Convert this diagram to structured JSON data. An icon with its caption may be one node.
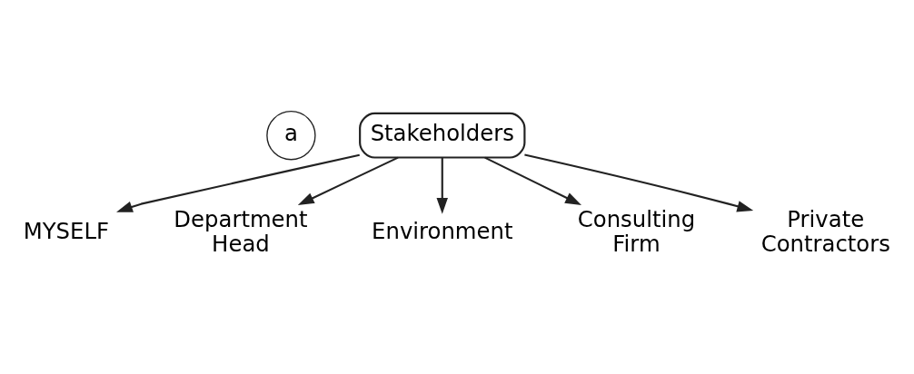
{
  "diagram": {
    "nodes": [
      {
        "text": [
          "a"
        ]
      },
      {
        "text": [
          "Stakeholders"
        ]
      },
      {
        "text": [
          "MYSELF"
        ]
      },
      {
        "text": [
          "Department Head"
        ]
      },
      {
        "text": [
          "Environment"
        ]
      },
      {
        "text": [
          "Consulting Firm"
        ]
      },
      {
        "text": [
          "Private Contractors"
        ]
      }
    ],
    "edges": [
      {
        "from": 1,
        "to": 2,
        "arrow": "to"
      },
      {
        "from": 1,
        "to": 3,
        "arrow": "to"
      },
      {
        "from": 1,
        "to": 4,
        "arrow": "to"
      },
      {
        "from": 1,
        "to": 5,
        "arrow": "to"
      },
      {
        "from": 1,
        "to": 6,
        "arrow": "to"
      }
    ]
  }
}
